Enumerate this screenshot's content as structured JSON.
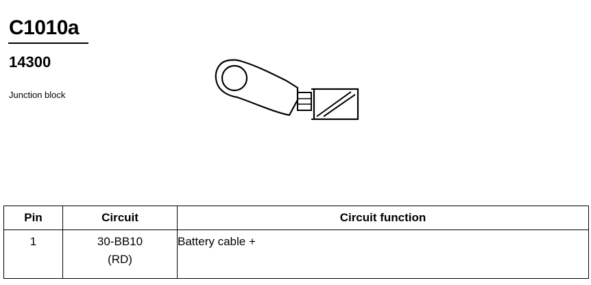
{
  "connector": {
    "code": "C1010a",
    "part_number": "14300",
    "description": "Junction block",
    "icon": "ring-terminal-connector-icon"
  },
  "table": {
    "headers": [
      "Pin",
      "Circuit",
      "Circuit function"
    ],
    "rows": [
      {
        "pin": "1",
        "circuit": "30-BB10",
        "wire_color": "(RD)",
        "function": "Battery cable +"
      }
    ]
  }
}
